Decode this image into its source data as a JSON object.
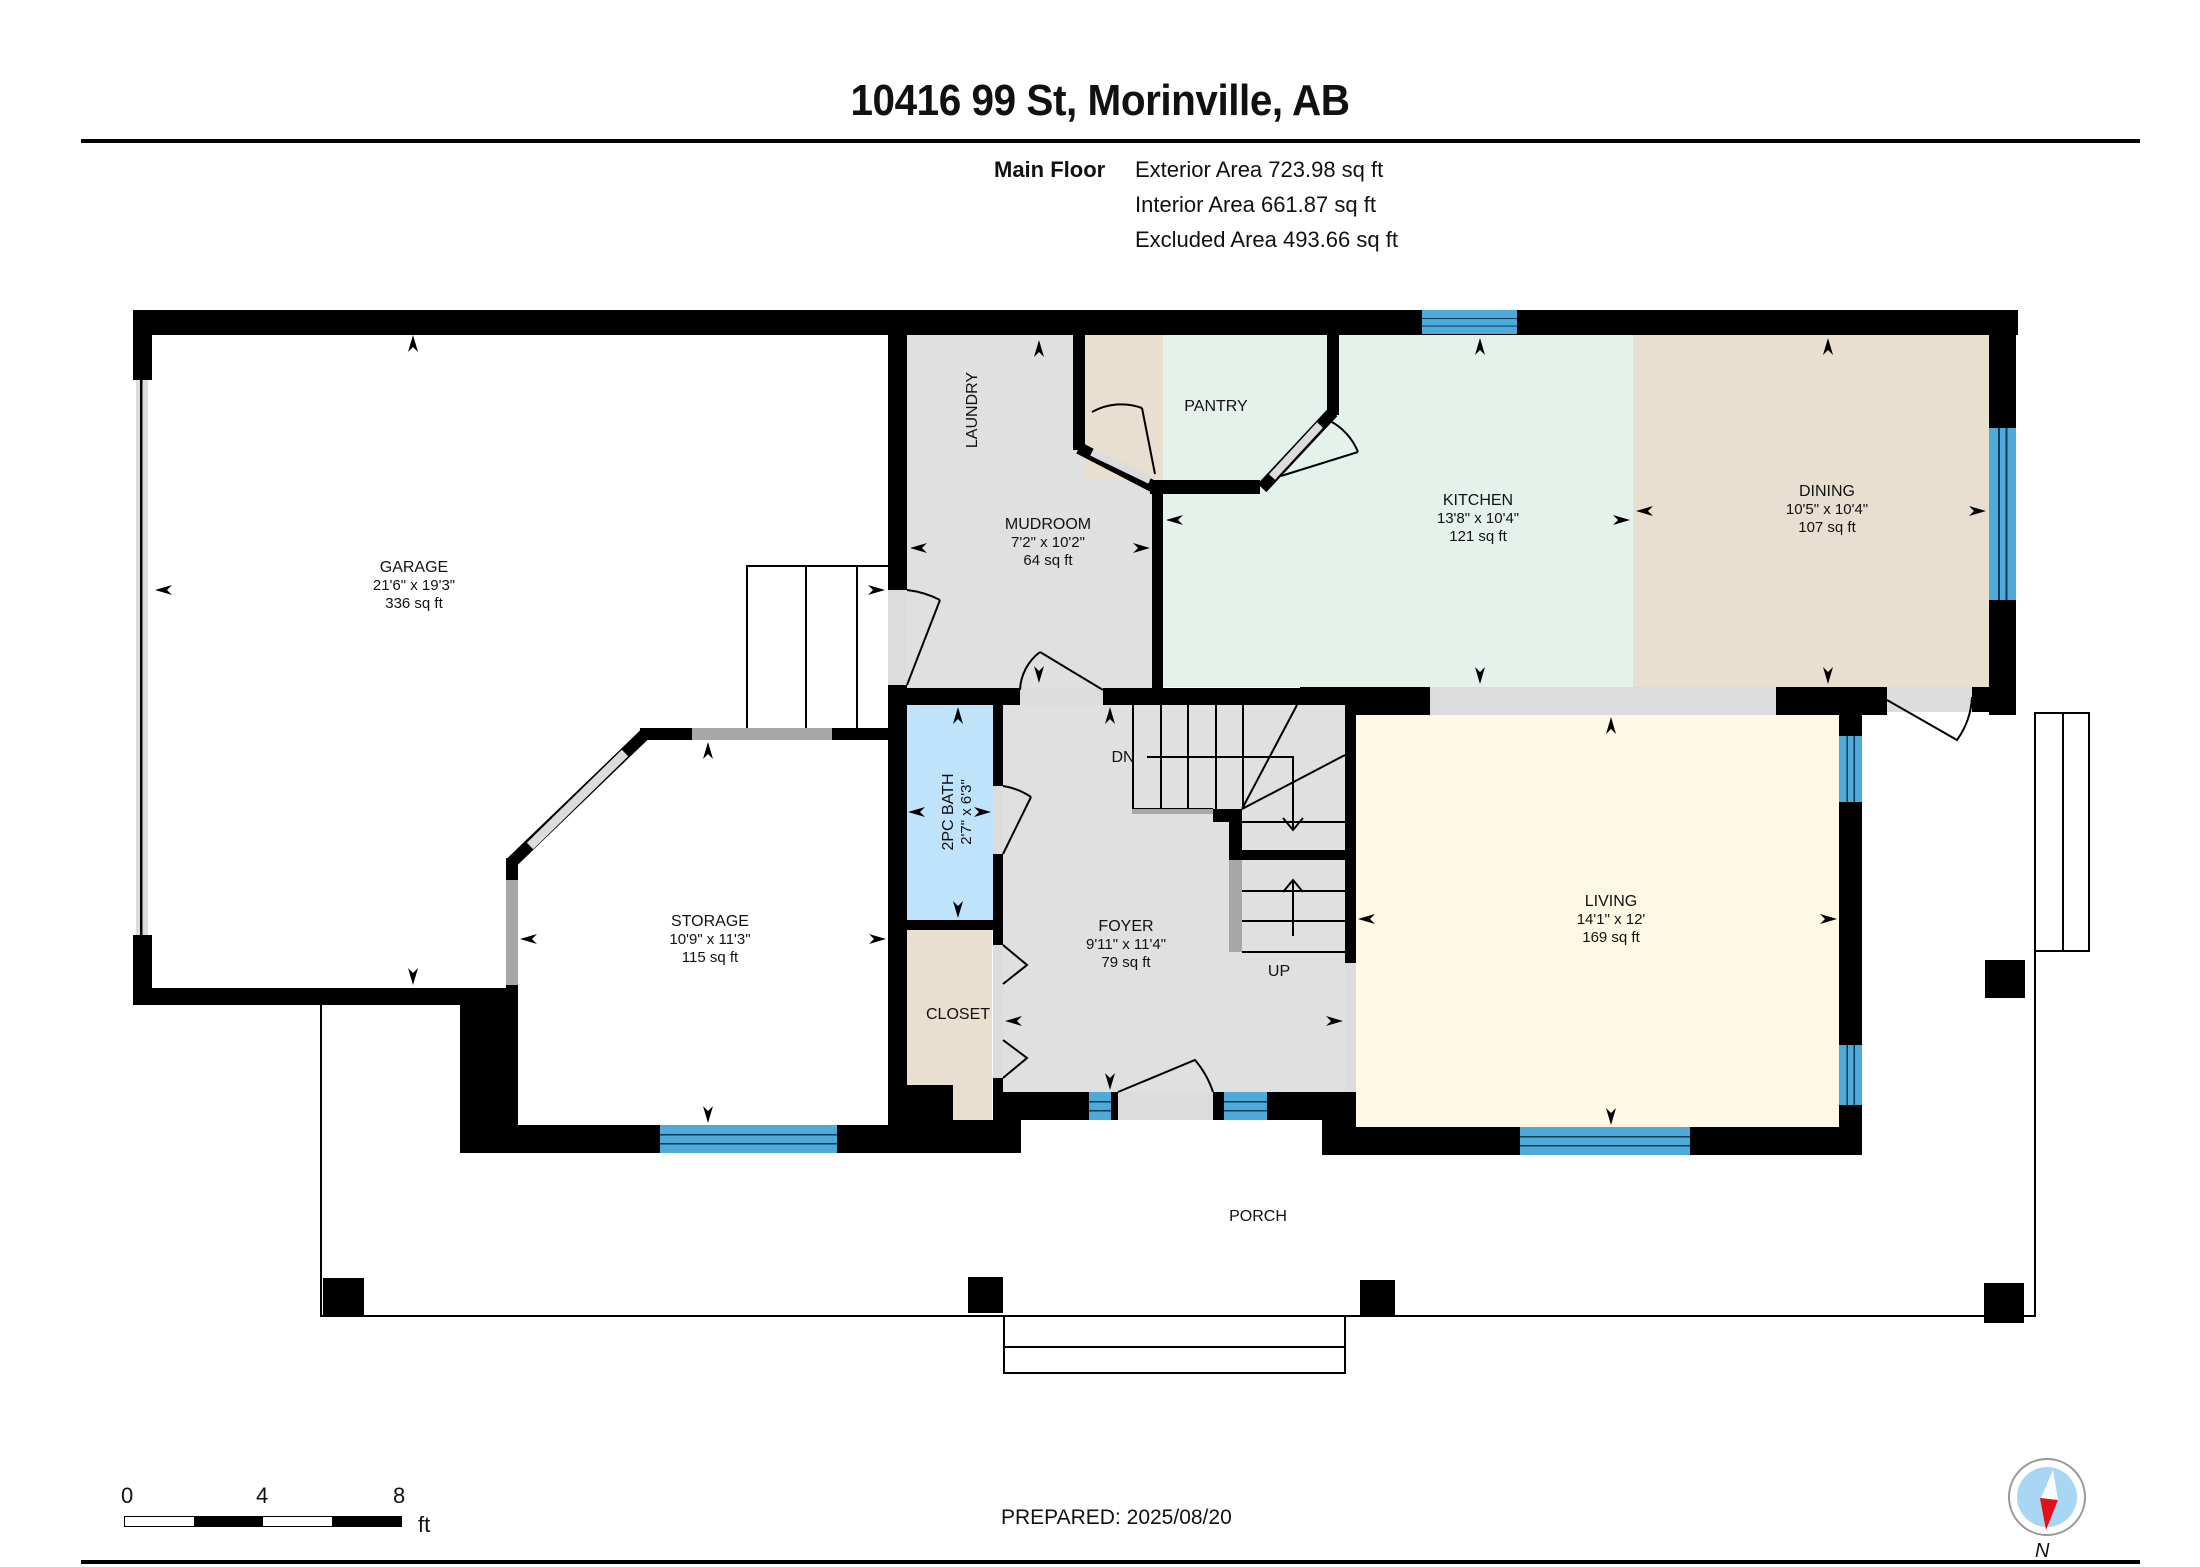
{
  "header": {
    "title": "10416 99 St, Morinville, AB"
  },
  "summary": {
    "floor_label": "Main Floor",
    "lines": [
      "Exterior Area 723.98 sq ft",
      "Interior Area 661.87 sq ft",
      "Excluded Area 493.66 sq ft"
    ]
  },
  "rooms": {
    "garage": {
      "name": "GARAGE",
      "dims": "21'6\" x 19'3\"",
      "area": "336 sq ft"
    },
    "storage": {
      "name": "STORAGE",
      "dims": "10'9\" x 11'3\"",
      "area": "115 sq ft"
    },
    "mudroom": {
      "name": "MUDROOM",
      "dims": "7'2\" x 10'2\"",
      "area": "64 sq ft"
    },
    "laundry": {
      "name": "LAUNDRY"
    },
    "pantry": {
      "name": "PANTRY"
    },
    "kitchen": {
      "name": "KITCHEN",
      "dims": "13'8\" x 10'4\"",
      "area": "121 sq ft"
    },
    "dining": {
      "name": "DINING",
      "dims": "10'5\" x 10'4\"",
      "area": "107 sq ft"
    },
    "bath": {
      "name": "2PC BATH",
      "dims": "2'7\" x 6'3\""
    },
    "closet": {
      "name": "CLOSET"
    },
    "foyer": {
      "name": "FOYER",
      "dims": "9'11\" x 11'4\"",
      "area": "79 sq ft"
    },
    "living": {
      "name": "LIVING",
      "dims": "14'1\" x 12'",
      "area": "169 sq ft"
    },
    "porch": {
      "name": "PORCH"
    }
  },
  "stairs": {
    "down_label": "DN",
    "up_label": "UP"
  },
  "colors": {
    "wall": "#000000",
    "window": "#4eaad8",
    "mudroom_foyer": "#e0e0e0",
    "pantry_dining_closet": "#e8dfd1",
    "kitchen": "#e5f2ec",
    "bath": "#bfe3fb",
    "living": "#fff8e4"
  },
  "scale_bar": {
    "ticks": [
      "0",
      "4",
      "8"
    ],
    "unit": "ft"
  },
  "footer": {
    "prepared": "PREPARED: 2025/08/20"
  },
  "compass": {
    "label": "N"
  }
}
